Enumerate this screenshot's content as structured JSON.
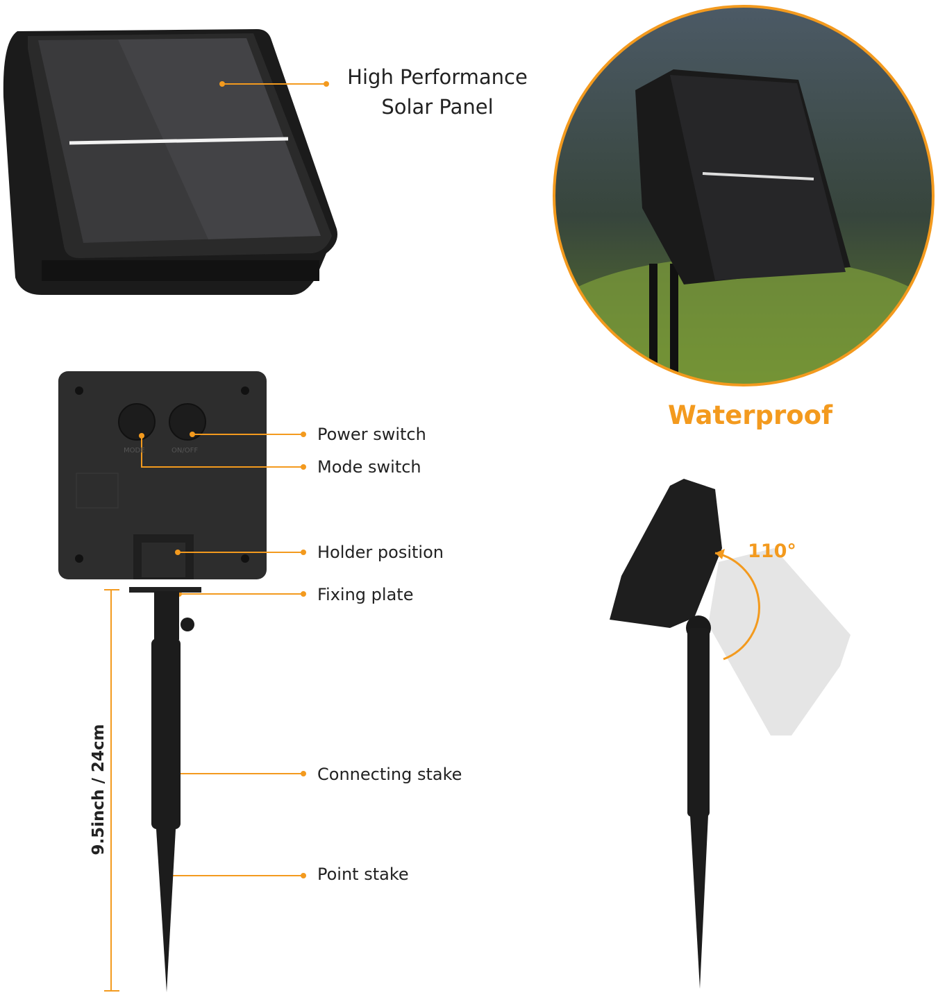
{
  "accent_color": "#f39a1e",
  "solar_panel": {
    "title_line1": "High Performance",
    "title_line2": "Solar Panel"
  },
  "waterproof": {
    "label": "Waterproof"
  },
  "back_panel": {
    "button_labels": [
      "MODE",
      "ON/OFF"
    ],
    "callouts": {
      "power_switch": "Power switch",
      "mode_switch": "Mode switch",
      "holder_position": "Holder position",
      "fixing_plate": "Fixing plate",
      "connecting_stake": "Connecting stake",
      "point_stake": "Point stake"
    }
  },
  "dimension": {
    "label": "9.5inch / 24cm"
  },
  "rotation": {
    "angle_label": "110°"
  }
}
